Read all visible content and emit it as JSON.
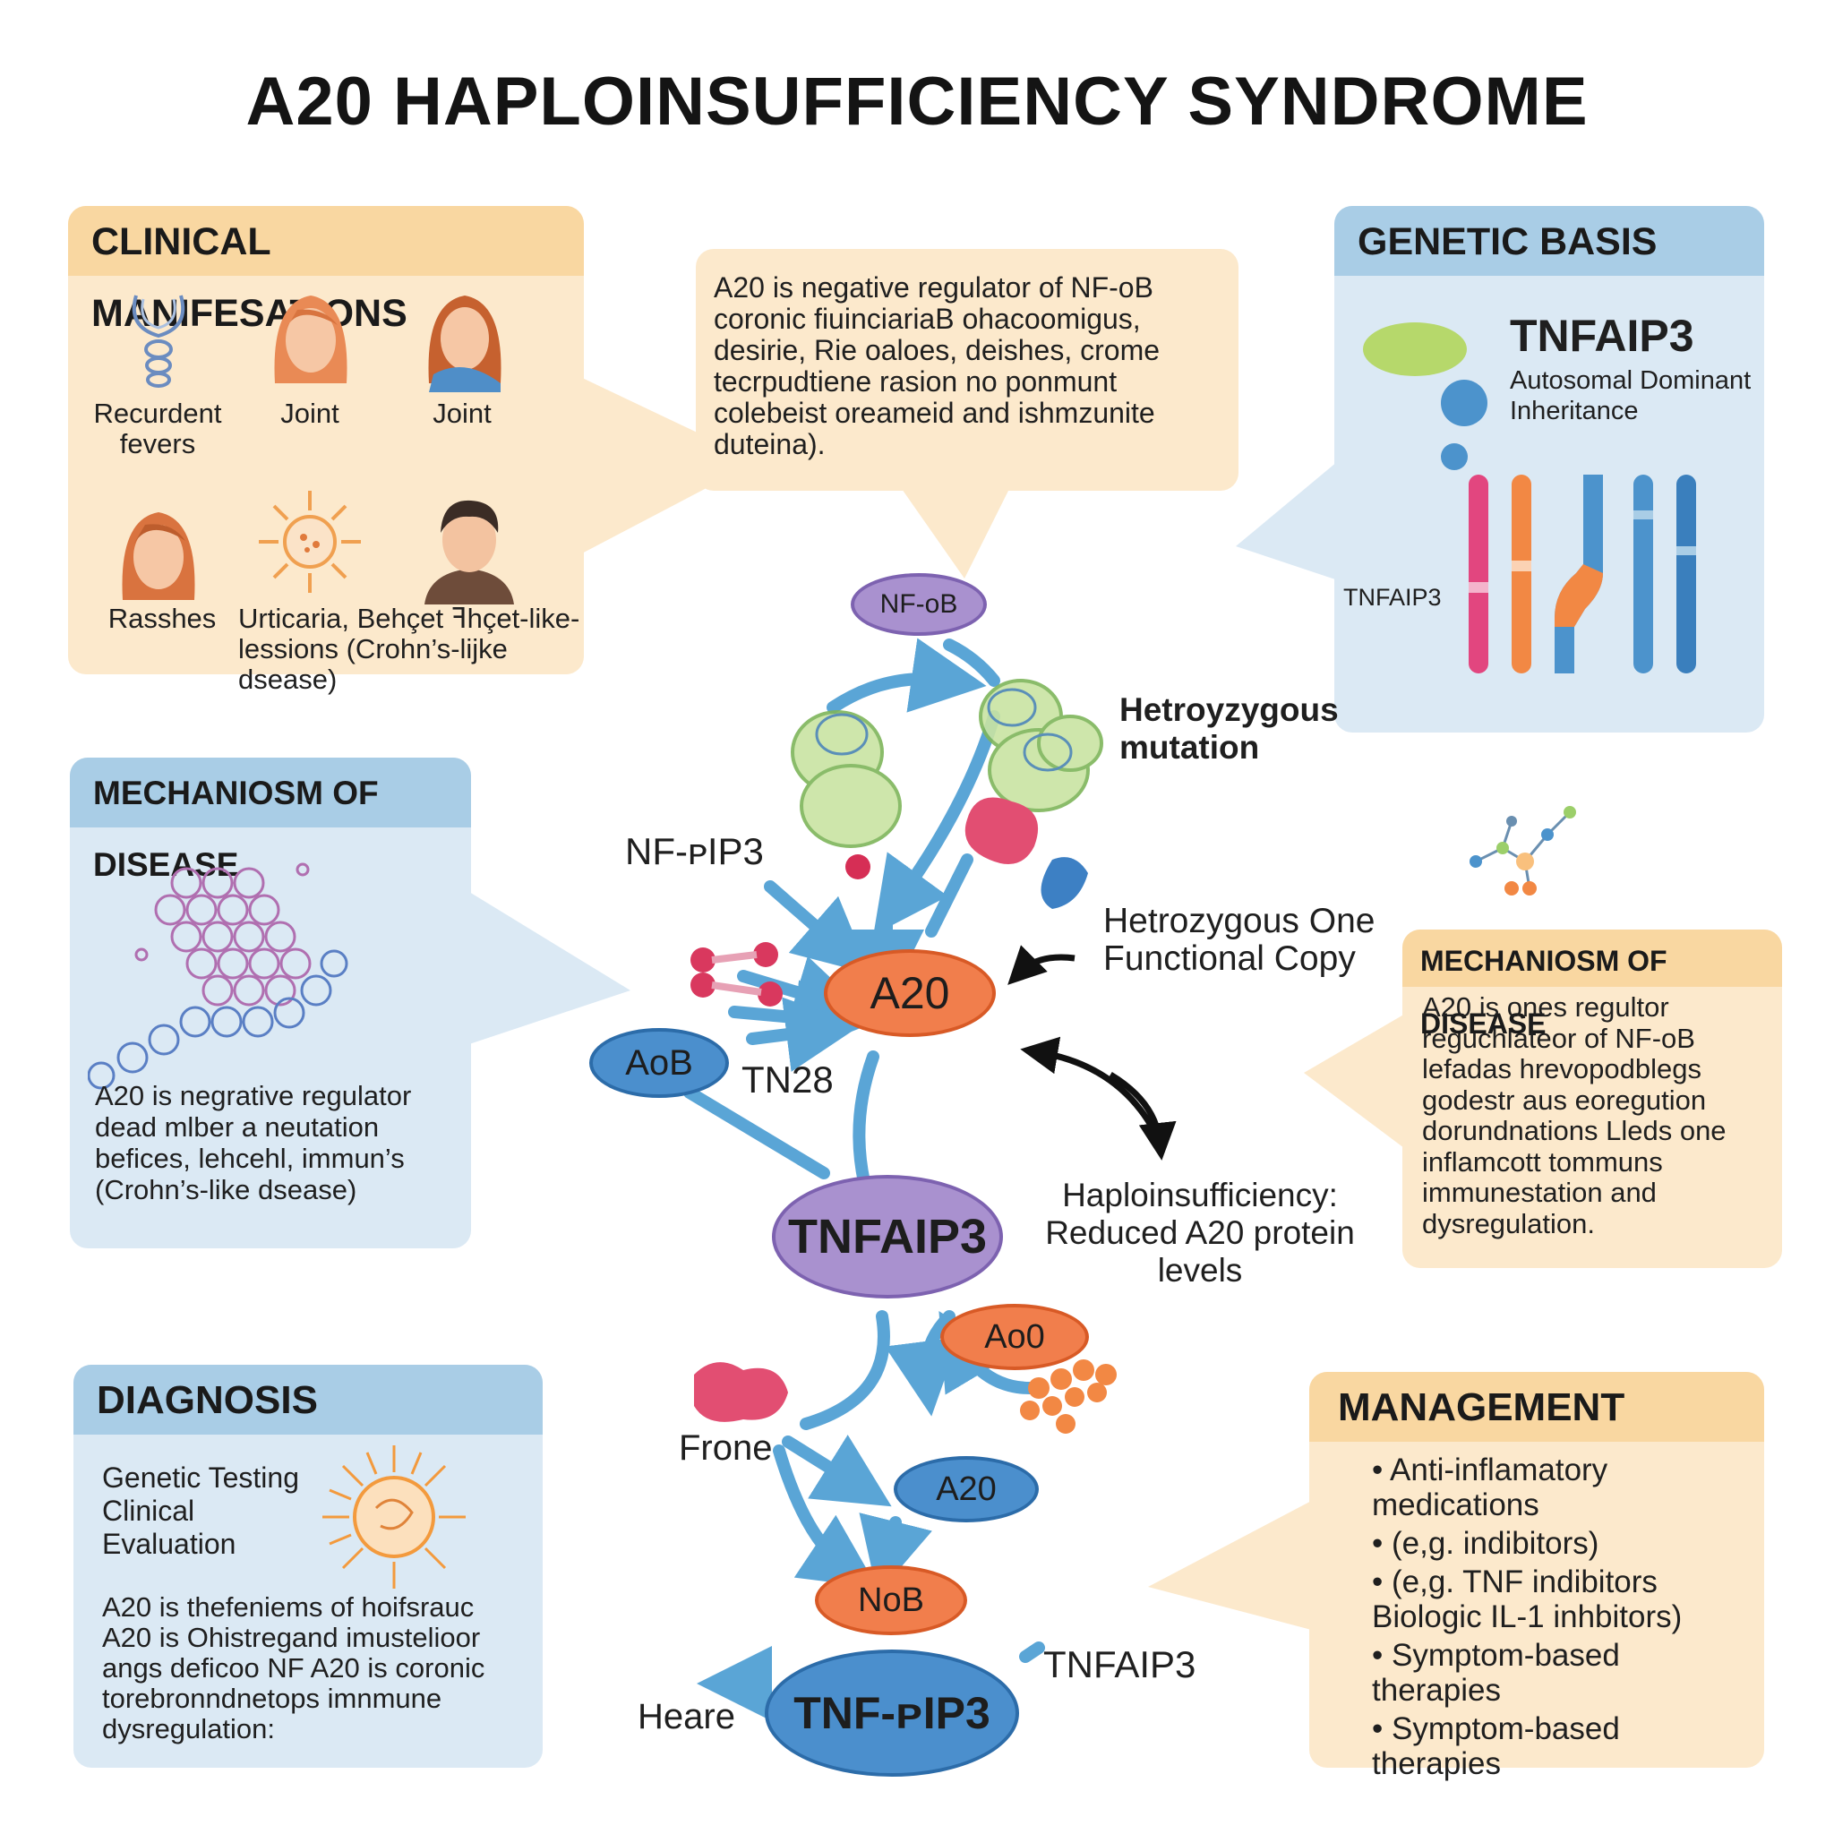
{
  "title": "A20 HAPLOINSUFFICIENCY SYNDROME",
  "clinical": {
    "header": "CLINICAL MANIFESATIONS",
    "items": [
      "Recurdent fevers",
      "Joint",
      "Joint",
      "Rasshes",
      "Urticaria, Behçet ꟻhçet-like- lessions (Crohn’s-lijke dsease)"
    ]
  },
  "center_callout": {
    "text": "A20 is negative regulator of NF-ᴏB coronic fiuinciariaB ohacoomigus, desirie, Rie oaloes, deishes, crome tecrpudtiene rasion no ponmunt colebeist oreameid and ishmzunite duteina)."
  },
  "genetic": {
    "header": "GENETIC BASIS",
    "gene": "TNFAIP3",
    "inheritance": "Autosomal Dominant Inheritance",
    "chrom_label": "TNFAIP3"
  },
  "mech_left": {
    "header": "MECHANIOSM OF DISEASE",
    "text": "A20 is negrative regulator dead mlber a neutation befices, lehcehl, immun’s (Crohn’s-like dsease)"
  },
  "mech_right": {
    "header": "MECHANIOSM OF DISEASE",
    "text": "A20 is ones regultor reguchlateor of NF-ᴏB lefadas hrevopodblegs godestr aus eoregution dorundnations Lleds one inflamcott tommuns immunestation and dysregulation."
  },
  "diagnosis": {
    "header": "DIAGNOSIS",
    "tests": "Genetic Testing Clinical Evaluation",
    "text": "A20 is thefeniems of hoifsrauc A20 is Ohistregand imustelioor angs deficoo NF A20 is coronic torebronndnetops imnmune dysregulation:"
  },
  "management": {
    "header": "MANAGEMENT",
    "bullets": [
      "• Anti-inflamatory medications",
      "• (e,g. indibitors)",
      "• (e,g. TNF indibitors Biologic IL-1 inhbitors)",
      "• Symptom-based therapies",
      "• Symptom-based therapies"
    ]
  },
  "flow": {
    "nfkb_top": "NF-ᴏB",
    "het1": "Hetroyzygous mutation",
    "nfip3": "NF-ᴘIP3",
    "het2": "Hetrozygous One Functional Copy",
    "a20_main": "A20",
    "aob": "AᴏB",
    "tn28": "TN28",
    "tnfaip3_main": "TNFAIP3",
    "haplo": "Haploinsufficiency: Reduced A20 protein levels",
    "ao0": "Aᴏ0",
    "frone": "Frone",
    "a20_low": "A20",
    "nob": "NᴏB",
    "tnfaip3_lbl": "TNFAIP3",
    "heare": "Heare",
    "tnf_bottom": "TNF-ᴘIP3"
  },
  "colors": {
    "orange_panel": "#fce9cc",
    "orange_header": "#f9d7a1",
    "blue_panel": "#dbe9f4",
    "blue_header": "#a9cde6",
    "arrow": "#5aa5d6",
    "a20_node": "#f17e4c",
    "tnfaip3_node": "#a991cf"
  }
}
